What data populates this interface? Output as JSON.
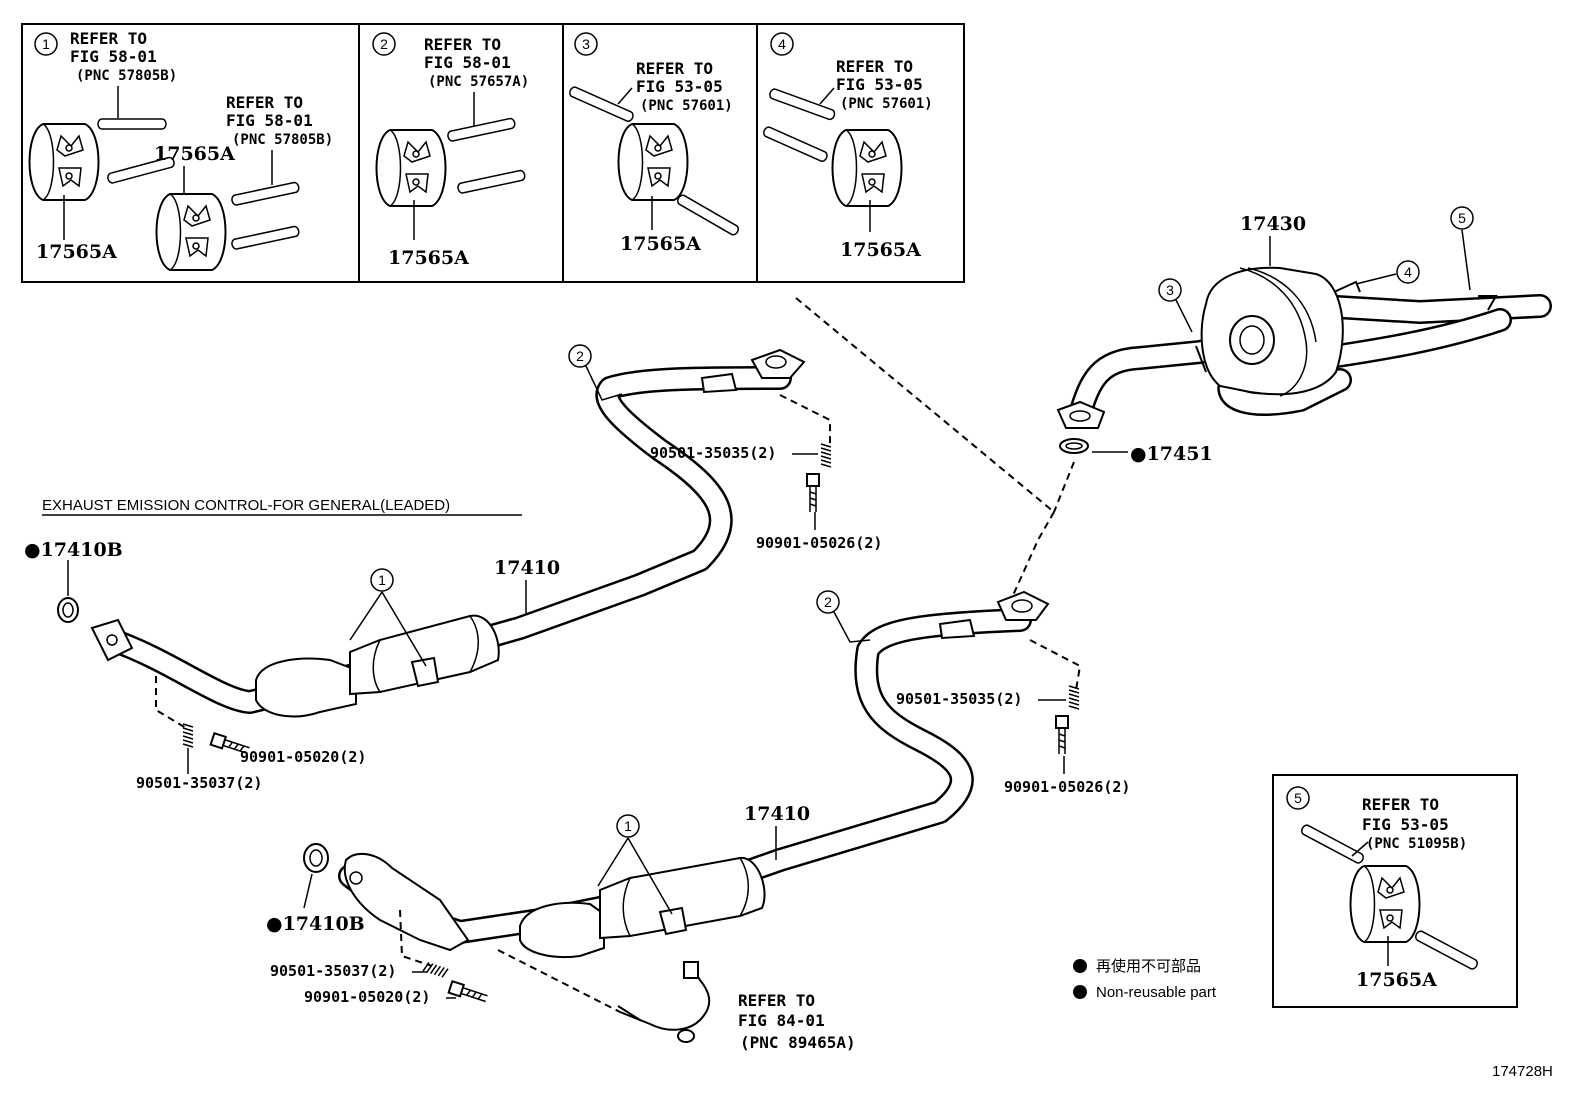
{
  "inset_boxes": [
    {
      "callout": "1",
      "refs": [
        {
          "lines": [
            "REFER TO",
            "FIG 58-01",
            "(PNC 57805B)"
          ]
        },
        {
          "lines": [
            "REFER TO",
            "FIG 58-01",
            "(PNC 57805B)"
          ]
        }
      ],
      "parts": [
        "17565A",
        "17565A"
      ]
    },
    {
      "callout": "2",
      "refs": [
        {
          "lines": [
            "REFER TO",
            "FIG 58-01",
            "(PNC 57657A)"
          ]
        }
      ],
      "parts": [
        "17565A"
      ]
    },
    {
      "callout": "3",
      "refs": [
        {
          "lines": [
            "REFER TO",
            "FIG 53-05",
            "(PNC 57601)"
          ]
        }
      ],
      "parts": [
        "17565A"
      ]
    },
    {
      "callout": "4",
      "refs": [
        {
          "lines": [
            "REFER TO",
            "FIG 53-05",
            "(PNC 57601)"
          ]
        }
      ],
      "parts": [
        "17565A"
      ]
    },
    {
      "callout": "5",
      "refs": [
        {
          "lines": [
            "REFER TO",
            "FIG 53-05",
            "(PNC 51095B)"
          ]
        }
      ],
      "parts": [
        "17565A"
      ]
    }
  ],
  "section_title": "EXHAUST EMISSION CONTROL-FOR GENERAL(LEADED)",
  "parts": {
    "gasket_upper": "●17410B",
    "gasket_lower": "●17410B",
    "front_pipe_upper": "17410",
    "front_pipe_lower": "17410",
    "tailpipe": "17430",
    "tail_gasket": "●17451",
    "spring_upper_right": "90501-35035(2)",
    "bolt_upper_right": "90901-05026(2)",
    "spring_mid_right": "90501-35035(2)",
    "bolt_mid_right": "90901-05026(2)",
    "bolt_upper_left": "90901-05020(2)",
    "spring_upper_left": "90501-35037(2)",
    "spring_lower_left": "90501-35037(2)",
    "bolt_lower_left": "90901-05020(2)"
  },
  "callouts": {
    "upper_pipe_hangers": "1",
    "upper_pipe_bracket": "2",
    "lower_pipe_hangers": "1",
    "lower_pipe_bracket": "2",
    "tail_3": "3",
    "tail_4": "4",
    "tail_5": "5"
  },
  "sensor_ref": [
    "REFER TO",
    "FIG 84-01",
    "(PNC 89465A)"
  ],
  "legend": [
    {
      "label": "再使用不可部品"
    },
    {
      "label": "Non-reusable part"
    }
  ],
  "figure_id": "174728H"
}
